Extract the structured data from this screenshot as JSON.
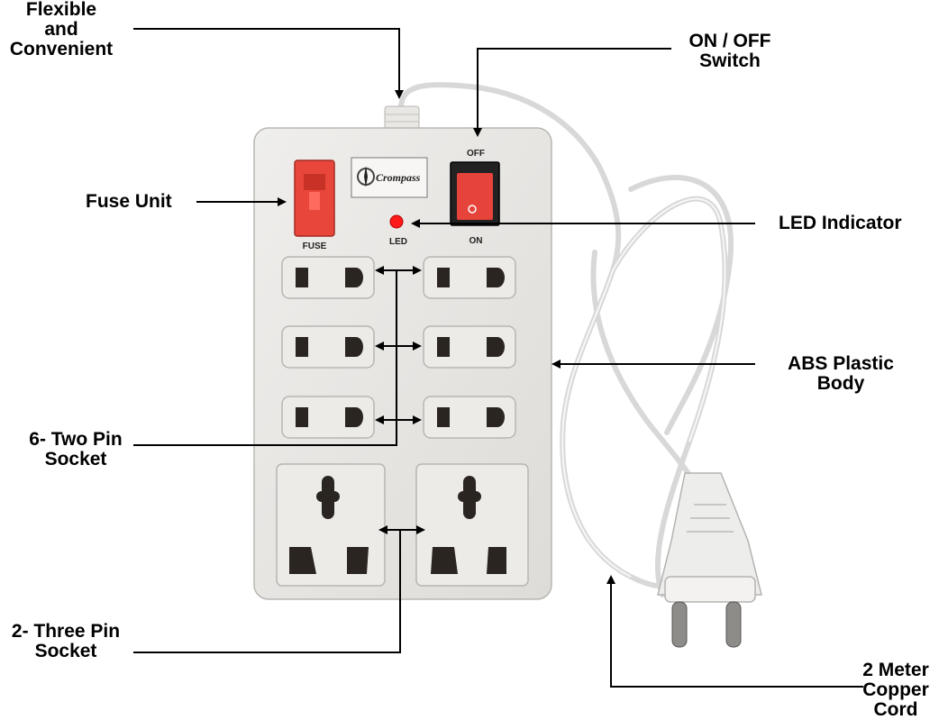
{
  "labels": {
    "flexible": "Flexible\nand\nConvenient",
    "switch": "ON / OFF\nSwitch",
    "fuse_unit": "Fuse Unit",
    "led_indicator": "LED Indicator",
    "abs_body": "ABS Plastic\nBody",
    "two_pin": "6- Two Pin\nSocket",
    "three_pin": "2- Three Pin\nSocket",
    "cord": "2 Meter\nCopper\nCord"
  },
  "device": {
    "brand": "Crompass",
    "fuse_label": "FUSE",
    "led_label": "LED",
    "off_label": "OFF",
    "on_label": "ON"
  },
  "colors": {
    "body": "#e9e7e4",
    "fuse": "#e8463a",
    "switch_red": "#e6433b",
    "led": "#ff1a1a"
  }
}
